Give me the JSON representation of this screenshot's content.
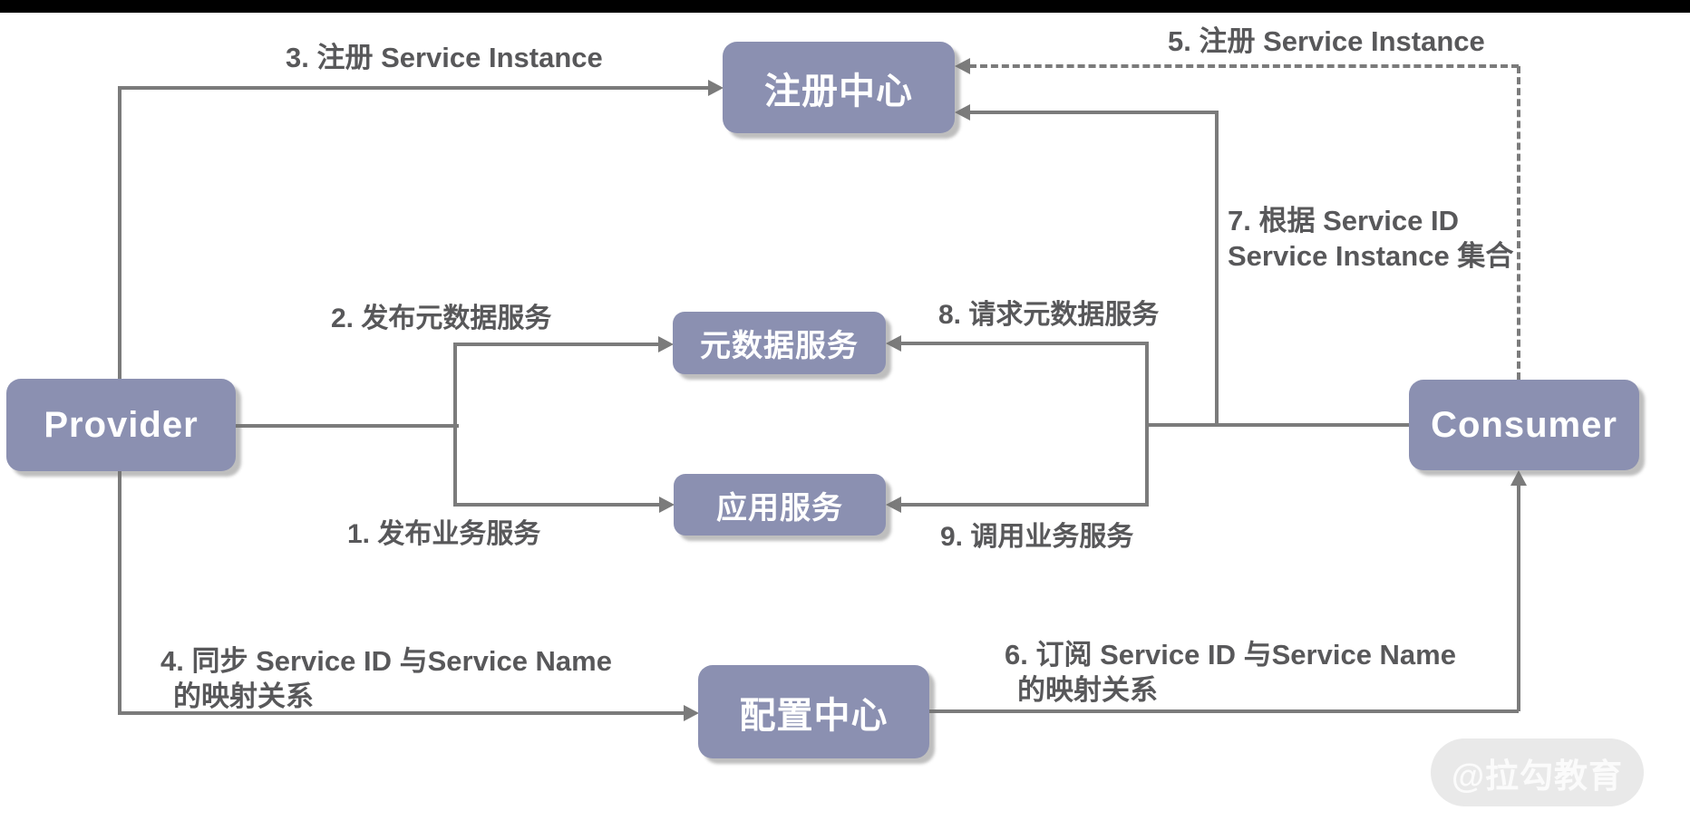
{
  "colors": {
    "node_fill": "#8b90b1",
    "node_text": "#ffffff",
    "line": "#7b7b7b",
    "label_text": "#58585a",
    "top_bar": "#000000",
    "watermark_bg": "#e9e9e9",
    "watermark_text": "#fbfbfb"
  },
  "nodes": {
    "provider": {
      "label": "Provider"
    },
    "consumer": {
      "label": "Consumer"
    },
    "registry": {
      "label": "注册中心"
    },
    "metadata": {
      "label": "元数据服务"
    },
    "app": {
      "label": "应用服务"
    },
    "config": {
      "label": "配置中心"
    }
  },
  "edges": {
    "e1": {
      "label": "1. 发布业务服务"
    },
    "e2": {
      "label": "2. 发布元数据服务"
    },
    "e3": {
      "label": "3. 注册 Service Instance"
    },
    "e4": {
      "line1": "4. 同步 Service ID 与Service Name",
      "line2": "的映射关系"
    },
    "e5": {
      "label": "5. 注册 Service Instance"
    },
    "e6": {
      "line1": "6. 订阅 Service ID 与Service Name",
      "line2": "的映射关系"
    },
    "e7": {
      "line1": "7. 根据 Service ID",
      "line2": "Service Instance 集合"
    },
    "e8": {
      "label": "8. 请求元数据服务"
    },
    "e9": {
      "label": "9. 调用业务服务"
    }
  },
  "watermark": {
    "text": "@拉勾教育"
  }
}
